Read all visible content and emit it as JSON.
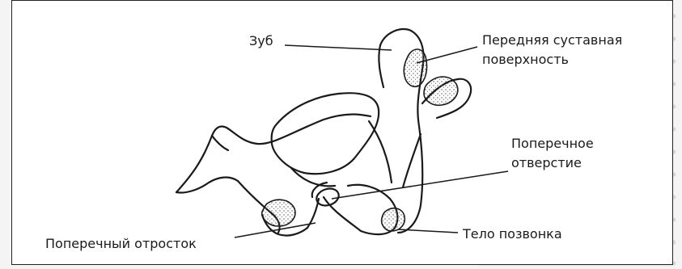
{
  "labels": {
    "tooth": "Зуб",
    "anterior_surface_line1": "Передняя суставная",
    "anterior_surface_line2": "поверхность",
    "transverse_foramen_line1": "Поперечное",
    "transverse_foramen_line2": "отверстие",
    "transverse_process": "Поперечный отросток",
    "vertebral_body": "Тело позвонка"
  },
  "colors": {
    "ink": "#1a1a1a",
    "frame": "#222222",
    "stipple": "#555555"
  },
  "icons": {
    "diagram": "vertebra-illustration"
  }
}
